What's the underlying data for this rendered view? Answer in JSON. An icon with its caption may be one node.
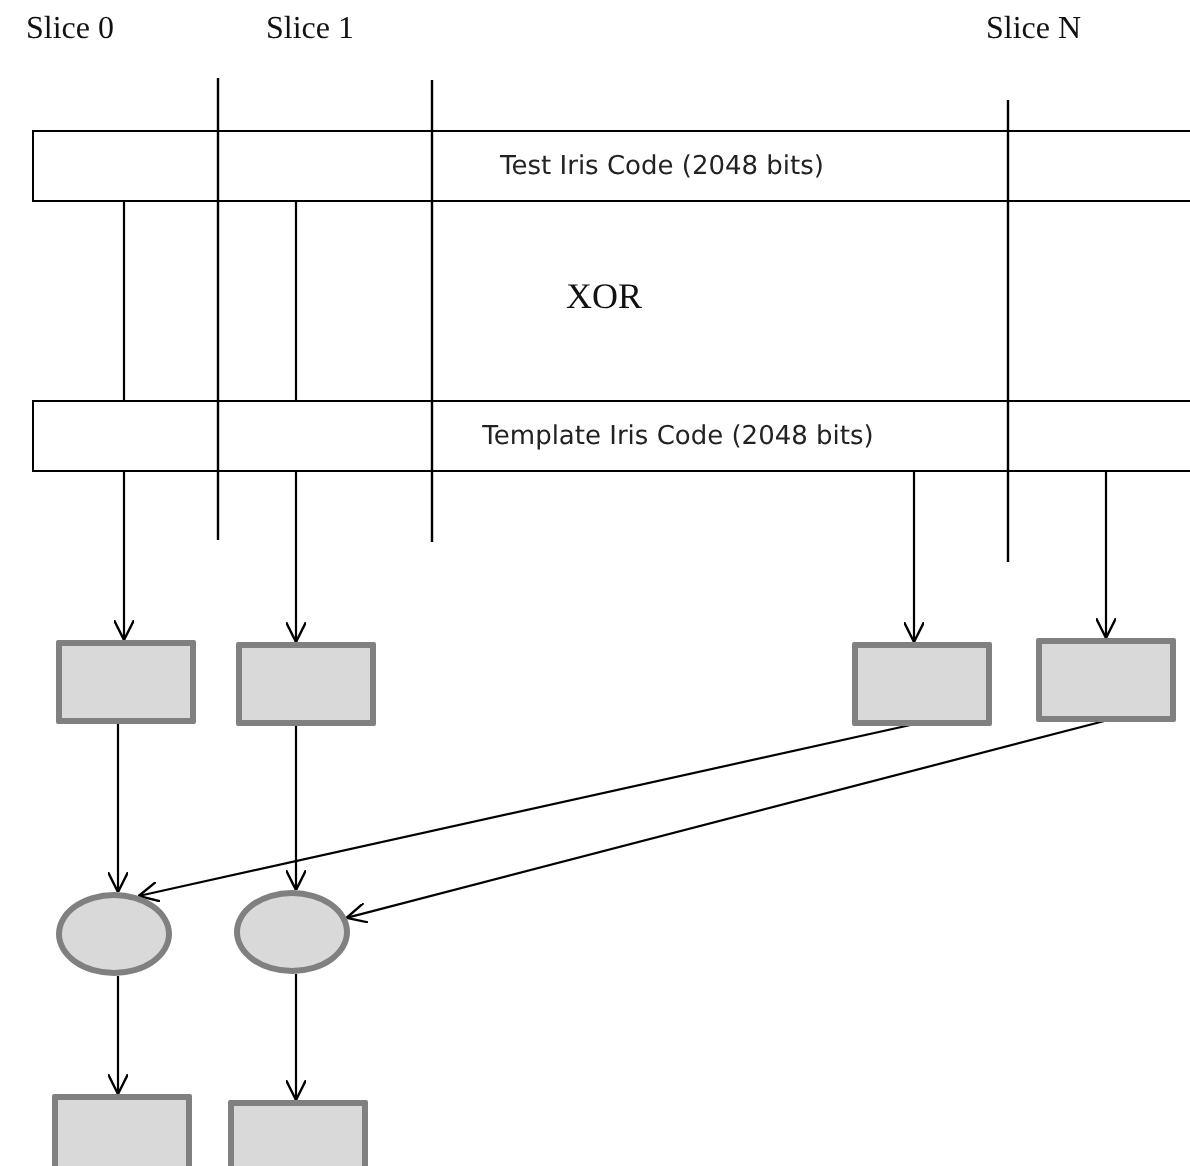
{
  "diagram": {
    "nodes": [
      {
        "text": [
          "Test Iris Code (2048 bits)"
        ]
      },
      {
        "text": [
          "Template Iris Code (2048 bits)"
        ]
      },
      {
        "text": [],
        "shape": "box"
      },
      {
        "text": [],
        "shape": "box"
      },
      {
        "text": [],
        "shape": "box"
      },
      {
        "text": [],
        "shape": "box"
      },
      {
        "text": [],
        "shape": "circle"
      },
      {
        "text": [],
        "shape": "circle"
      },
      {
        "text": [],
        "shape": "box"
      },
      {
        "text": [],
        "shape": "box"
      }
    ],
    "edges": [
      {
        "from": 0,
        "to": 1,
        "arrow": "none"
      },
      {
        "from": 0,
        "to": 1,
        "arrow": "none"
      },
      {
        "from": 1,
        "to": 2,
        "arrow": "to"
      },
      {
        "from": 1,
        "to": 3,
        "arrow": "to"
      },
      {
        "from": 1,
        "to": 4,
        "arrow": "to"
      },
      {
        "from": 1,
        "to": 5,
        "arrow": "to"
      },
      {
        "from": 2,
        "to": 6,
        "arrow": "to"
      },
      {
        "from": 3,
        "to": 7,
        "arrow": "to"
      },
      {
        "from": 4,
        "to": 6,
        "arrow": "to"
      },
      {
        "from": 5,
        "to": 7,
        "arrow": "to"
      },
      {
        "from": 6,
        "to": 8,
        "arrow": "to"
      },
      {
        "from": 7,
        "to": 9,
        "arrow": "to"
      }
    ],
    "labels": [
      "Slice 0",
      "Slice 1",
      "Slice N",
      "XOR"
    ]
  }
}
